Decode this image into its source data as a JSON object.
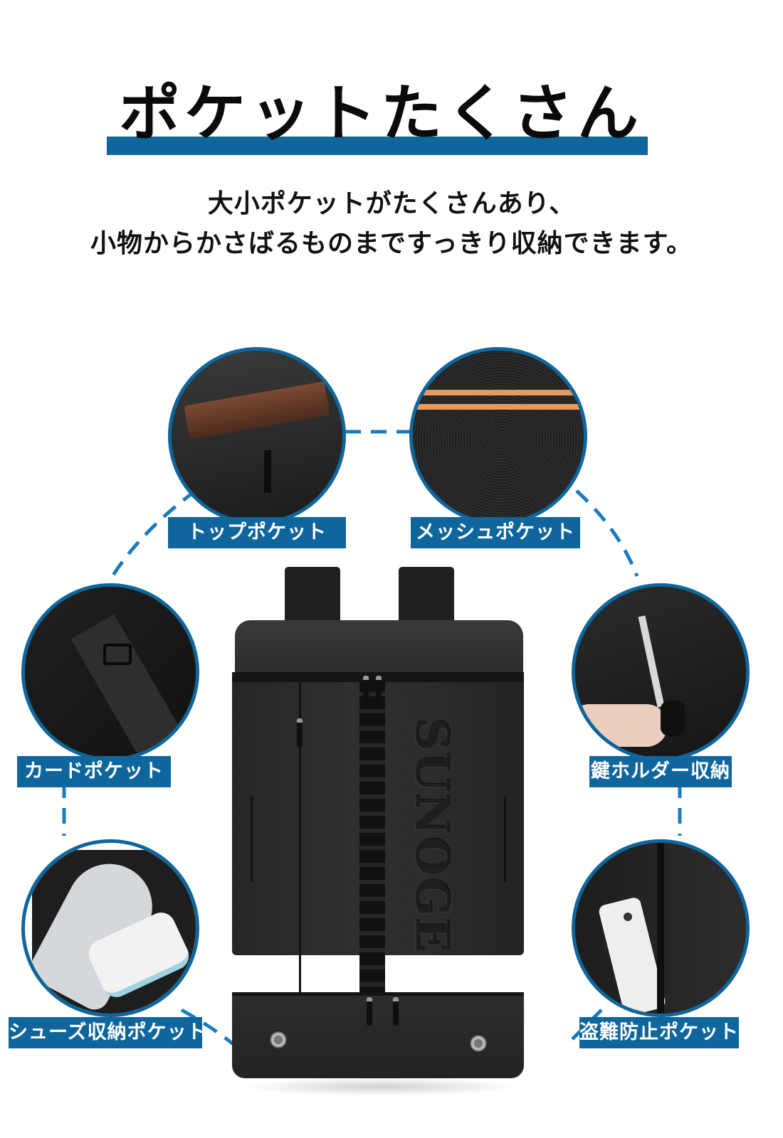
{
  "header": {
    "title": "ポケットたくさん",
    "subtitle_lines": [
      "大小ポケットがたくさんあり、",
      "小物からかさばるものまですっきり収納できます。"
    ]
  },
  "product": {
    "brand_text": "SUNOGE",
    "image": "black-square-backpack"
  },
  "features": [
    {
      "label": "トップポケット",
      "image": "top-pocket-closeup"
    },
    {
      "label": "メッシュポケット",
      "image": "mesh-pocket-closeup"
    },
    {
      "label": "カードポケット",
      "image": "strap-card-pocket-closeup"
    },
    {
      "label": "鍵ホルダー収納",
      "image": "key-holder-closeup"
    },
    {
      "label": "シューズ収納ポケット",
      "image": "shoe-compartment-closeup"
    },
    {
      "label": "盗難防止ポケット",
      "image": "anti-theft-pocket-closeup"
    }
  ],
  "colors": {
    "accent": "#0f669c",
    "background": "#ffffff",
    "text": "#111111",
    "product": "#2b2b2b"
  }
}
